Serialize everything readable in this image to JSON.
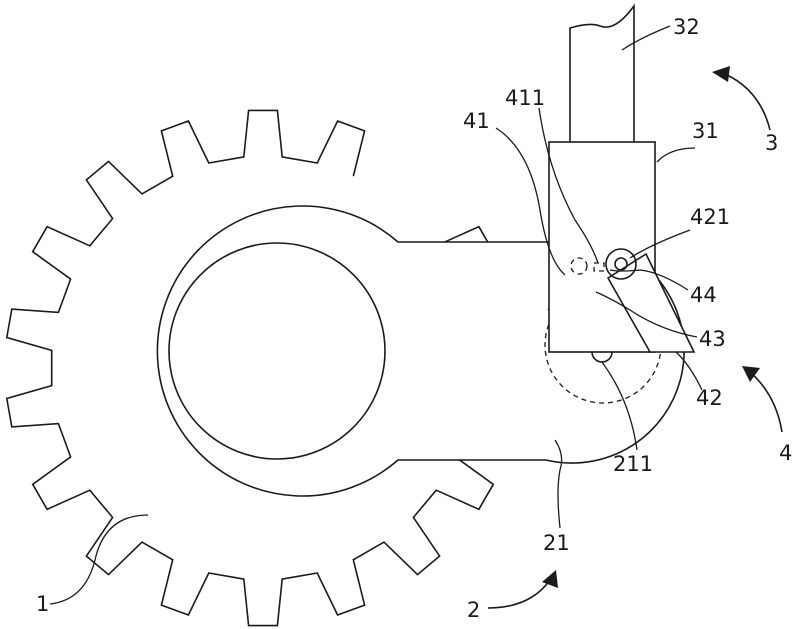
{
  "labels": {
    "l1": "1",
    "l2": "2",
    "l3": "3",
    "l4": "4",
    "l21": "21",
    "l31": "31",
    "l32": "32",
    "l41": "41",
    "l42": "42",
    "l43": "43",
    "l44": "44",
    "l211": "211",
    "l411": "411",
    "l421": "421"
  },
  "colors": {
    "ink": "#1a1a1a",
    "background": "#ffffff"
  }
}
